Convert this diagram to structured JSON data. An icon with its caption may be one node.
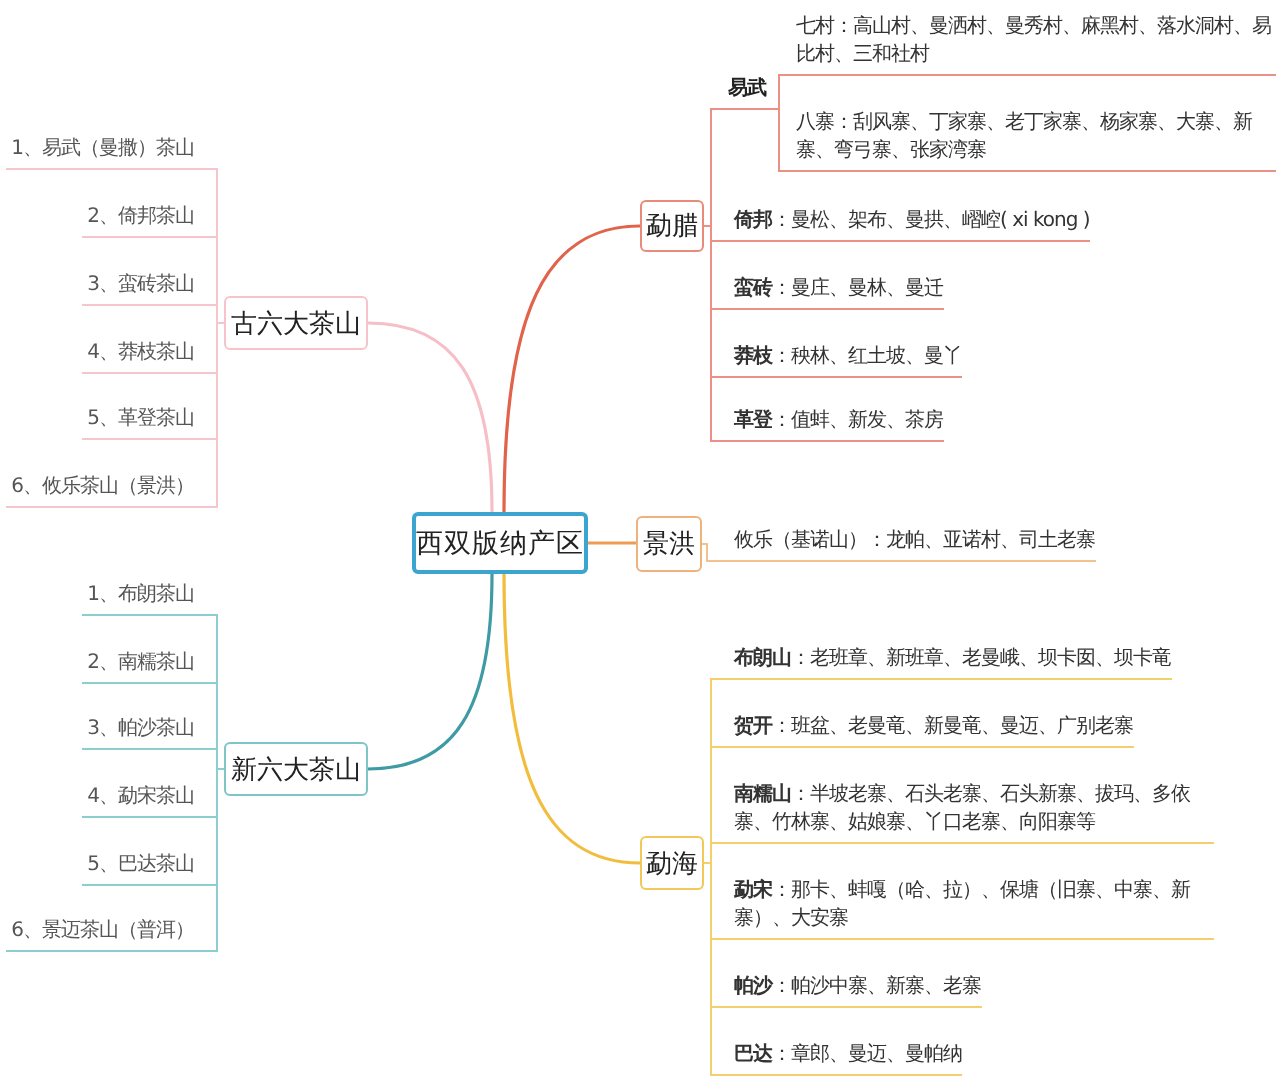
{
  "diagram": {
    "nodes": [
      {
        "text": [
          "西双版纳产区"
        ]
      },
      {
        "text": [
          "古六大茶山"
        ]
      },
      {
        "text": [
          "1、易武（曼撒）茶山"
        ]
      },
      {
        "text": [
          "2、倚邦茶山"
        ]
      },
      {
        "text": [
          "3、蛮砖茶山"
        ]
      },
      {
        "text": [
          "4、莽枝茶山"
        ]
      },
      {
        "text": [
          "5、革登茶山"
        ]
      },
      {
        "text": [
          "6、攸乐茶山（景洪）"
        ]
      },
      {
        "text": [
          "新六大茶山"
        ]
      },
      {
        "text": [
          "1、布朗茶山"
        ]
      },
      {
        "text": [
          "2、南糯茶山"
        ]
      },
      {
        "text": [
          "3、帕沙茶山"
        ]
      },
      {
        "text": [
          "4、勐宋茶山"
        ]
      },
      {
        "text": [
          "5、巴达茶山"
        ]
      },
      {
        "text": [
          "6、景迈茶山（普洱）"
        ]
      },
      {
        "text": [
          "勐腊"
        ]
      },
      {
        "text": [
          "易武"
        ]
      },
      {
        "text": [
          "七村：高山村、曼洒村、曼秀村、麻黑村、落水洞村、易比村、三和社村"
        ]
      },
      {
        "text": [
          "八寨：刮风寨、丁家寨、老丁家寨、杨家寨、大寨、新寨、弯弓寨、张家湾寨"
        ]
      },
      {
        "text": [
          "**倚邦**：曼松、架布、曼拱、嶍崆( xi kong )"
        ]
      },
      {
        "text": [
          "**蛮砖**：曼庄、曼林、曼迁"
        ]
      },
      {
        "text": [
          "**莽枝**：秧林、红土坡、曼丫"
        ]
      },
      {
        "text": [
          "**革登**：值蚌、新发、茶房"
        ]
      },
      {
        "text": [
          "景洪"
        ]
      },
      {
        "text": [
          "攸乐（基诺山）：龙帕、亚诺村、司土老寨"
        ]
      },
      {
        "text": [
          "勐海"
        ]
      },
      {
        "text": [
          "**布朗山**：老班章、新班章、老曼峨、坝卡囡、坝卡竜"
        ]
      },
      {
        "text": [
          "**贺开**：班盆、老曼竜、新曼竜、曼迈、广别老寨"
        ]
      },
      {
        "text": [
          "**南糯山**：半坡老寨、石头老寨、石头新寨、拔玛、多依寨、竹林寨、姑娘寨、丫口老寨、向阳寨等"
        ]
      },
      {
        "text": [
          "**勐宋**：那卡、蚌嘎（哈、拉）、保塘（旧寨、中寨、新寨）、大安寨"
        ]
      },
      {
        "text": [
          "**帕沙**：帕沙中寨、新寨、老寨"
        ]
      },
      {
        "text": [
          "**巴达**：章郎、曼迈、曼帕纳"
        ]
      }
    ],
    "edges": [
      {
        "from": 0,
        "to": 1,
        "arrow": "none",
        "color": "#f6bfc7"
      },
      {
        "from": 1,
        "to": 2,
        "arrow": "none",
        "color": "#f6c6cd"
      },
      {
        "from": 1,
        "to": 3,
        "arrow": "none",
        "color": "#f6c6cd"
      },
      {
        "from": 1,
        "to": 4,
        "arrow": "none",
        "color": "#f6c6cd"
      },
      {
        "from": 1,
        "to": 5,
        "arrow": "none",
        "color": "#f6c6cd"
      },
      {
        "from": 1,
        "to": 6,
        "arrow": "none",
        "color": "#f6c6cd"
      },
      {
        "from": 1,
        "to": 7,
        "arrow": "none",
        "color": "#f6c6cd"
      },
      {
        "from": 0,
        "to": 8,
        "arrow": "none",
        "color": "#3e9aa3"
      },
      {
        "from": 8,
        "to": 9,
        "arrow": "none",
        "color": "#8ccdd0"
      },
      {
        "from": 8,
        "to": 10,
        "arrow": "none",
        "color": "#8ccdd0"
      },
      {
        "from": 8,
        "to": 11,
        "arrow": "none",
        "color": "#8ccdd0"
      },
      {
        "from": 8,
        "to": 12,
        "arrow": "none",
        "color": "#8ccdd0"
      },
      {
        "from": 8,
        "to": 13,
        "arrow": "none",
        "color": "#8ccdd0"
      },
      {
        "from": 8,
        "to": 14,
        "arrow": "none",
        "color": "#8ccdd0"
      },
      {
        "from": 0,
        "to": 15,
        "arrow": "none",
        "color": "#e0634a"
      },
      {
        "from": 15,
        "to": 16,
        "arrow": "none",
        "color": "#ec8f85"
      },
      {
        "from": 16,
        "to": 17,
        "arrow": "none",
        "color": "#ec8f85"
      },
      {
        "from": 16,
        "to": 18,
        "arrow": "none",
        "color": "#ec8f85"
      },
      {
        "from": 15,
        "to": 19,
        "arrow": "none",
        "color": "#ec8f85"
      },
      {
        "from": 15,
        "to": 20,
        "arrow": "none",
        "color": "#ec8f85"
      },
      {
        "from": 15,
        "to": 21,
        "arrow": "none",
        "color": "#ec8f85"
      },
      {
        "from": 15,
        "to": 22,
        "arrow": "none",
        "color": "#ec8f85"
      },
      {
        "from": 0,
        "to": 23,
        "arrow": "none",
        "color": "#ef9a55"
      },
      {
        "from": 23,
        "to": 24,
        "arrow": "none",
        "color": "#f4c08e"
      },
      {
        "from": 0,
        "to": 25,
        "arrow": "none",
        "color": "#f2bd3c"
      },
      {
        "from": 25,
        "to": 26,
        "arrow": "none",
        "color": "#f5cf6e"
      },
      {
        "from": 25,
        "to": 27,
        "arrow": "none",
        "color": "#f5cf6e"
      },
      {
        "from": 25,
        "to": 28,
        "arrow": "none",
        "color": "#f5cf6e"
      },
      {
        "from": 25,
        "to": 29,
        "arrow": "none",
        "color": "#f5cf6e"
      },
      {
        "from": 25,
        "to": 30,
        "arrow": "none",
        "color": "#f5cf6e"
      },
      {
        "from": 25,
        "to": 31,
        "arrow": "none",
        "color": "#f5cf6e"
      }
    ]
  }
}
